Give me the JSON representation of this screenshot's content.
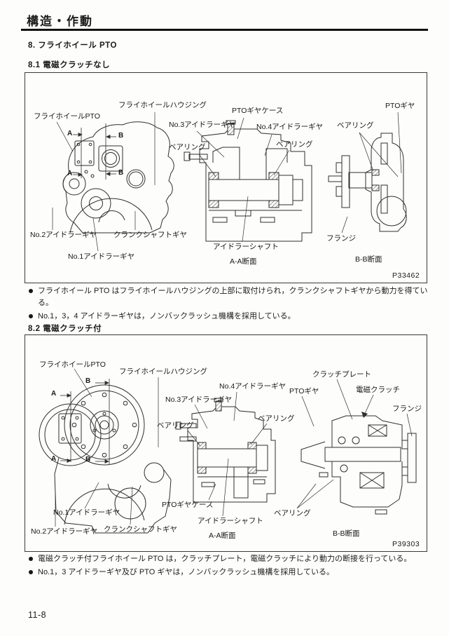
{
  "page": {
    "header_title": "構造・作動",
    "page_number": "11-8"
  },
  "sections": {
    "s8": {
      "heading": "8. フライホイール PTO"
    },
    "s81": {
      "heading": "8.1 電磁クラッチなし",
      "figure_code": "P33462",
      "labels": {
        "flywheel_pto": "フライホイールPTO",
        "flywheel_housing": "フライホイールハウジング",
        "pto_gear_case": "PTOギヤケース",
        "no3_idler_gear": "No.3アイドラーギヤ",
        "no4_idler_gear": "No.4アイドラーギヤ",
        "pto_gear": "PTOギヤ",
        "bearing": "ベアリング",
        "no2_idler_gear": "No.2アイドラーギヤ",
        "crankshaft_gear": "クランクシャフトギヤ",
        "no1_idler_gear": "No.1アイドラーギヤ",
        "idler_shaft": "アイドラーシャフト",
        "section_aa": "A-A断面",
        "flange": "フランジ",
        "section_bb": "B-B断面",
        "marker_a": "A",
        "marker_b": "B"
      },
      "bullets": [
        "フライホイール PTO はフライホイールハウジングの上部に取付けられ，クランクシャフトギヤから動力を得ている。",
        "No.1，3，4 アイドラーギヤは，ノンバックラッシュ機構を採用している。"
      ]
    },
    "s82": {
      "heading": "8.2 電磁クラッチ付",
      "figure_code": "P39303",
      "labels": {
        "flywheel_pto": "フライホイールPTO",
        "flywheel_housing": "フライホイールハウジング",
        "no4_idler_gear": "No.4アイドラーギヤ",
        "no3_idler_gear": "No.3アイドラーギヤ",
        "clutch_plate": "クラッチプレート",
        "em_clutch": "電磁クラッチ",
        "pto_gear": "PTOギヤ",
        "flange": "フランジ",
        "bearing": "ベアリング",
        "no1_idler_gear": "No.1アイドラーギヤ",
        "no2_idler_gear": "No.2アイドラーギヤ",
        "crankshaft_gear": "クランクシャフトギヤ",
        "pto_gear_case": "PTOギヤケース",
        "idler_shaft": "アイドラーシャフト",
        "section_aa": "A-A断面",
        "section_bb": "B-B断面",
        "marker_a": "A",
        "marker_b": "B"
      },
      "bullets": [
        "電磁クラッチ付フライホイール PTO は，クラッチプレート，電磁クラッチにより動力の断接を行っている。",
        "No.1，3 アイドラーギヤ及び PTO ギヤは，ノンバックラッシュ機構を採用している。"
      ]
    }
  }
}
